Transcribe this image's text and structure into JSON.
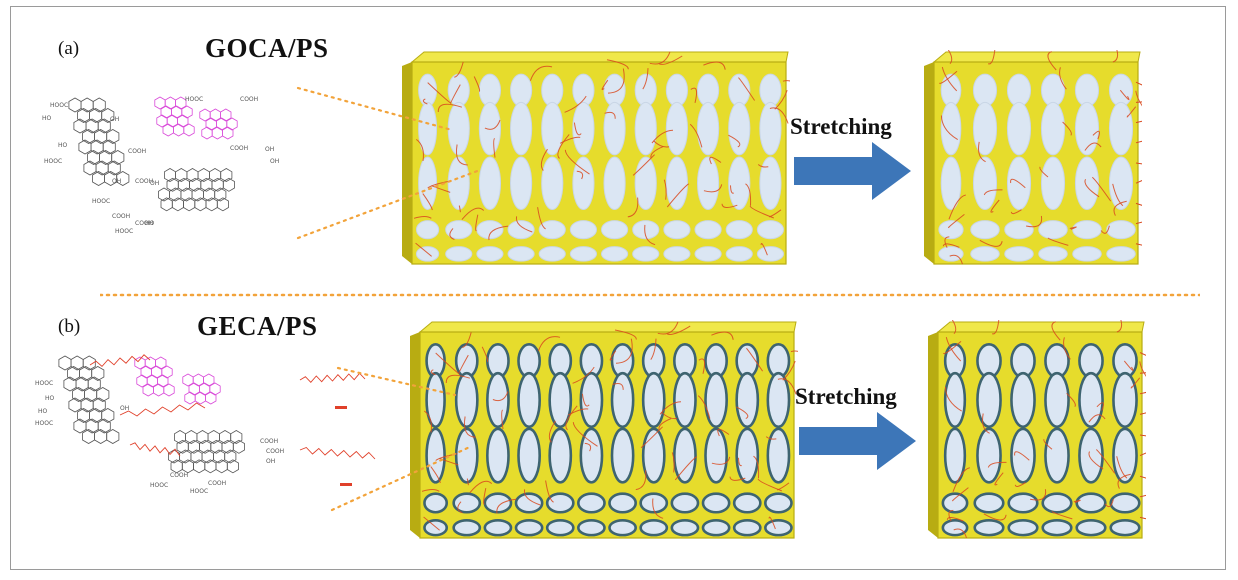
{
  "panels": [
    {
      "id": "a",
      "label": "(a)",
      "title": "GOCA/PS",
      "arrow_label": "Stretching",
      "bordered_cells": false,
      "chem_labels": [
        "HOOC",
        "HO",
        "OH",
        "HO",
        "HOOC",
        "COOH",
        "OH",
        "COOH",
        "HOOC",
        "COOH",
        "OH",
        "HO",
        "COOH",
        "OH",
        "OH",
        "HOOC",
        "COOH",
        "HOOC",
        "COOH"
      ]
    },
    {
      "id": "b",
      "label": "(b)",
      "title": "GECA/PS",
      "arrow_label": "Stretching",
      "bordered_cells": true,
      "chem_labels": [
        "HOOC",
        "HO",
        "HO",
        "HOOC",
        "OH",
        "COOH",
        "COOH",
        "OH",
        "HOOC",
        "COOH",
        "HOOC",
        "COOH"
      ]
    }
  ],
  "colors": {
    "foam": "#e6dc2c",
    "foam_edge": "#b8ac12",
    "foam_top": "#f0e84a",
    "cell": "#dbe6f3",
    "cell_border": "#3e6470",
    "fiber": "#d8491e",
    "arrow": "#3d76b8",
    "graphene": "#555555",
    "modified_graphene": "#d94bd9",
    "chain": "#e0402a",
    "dotted_line": "#f2a33a"
  }
}
